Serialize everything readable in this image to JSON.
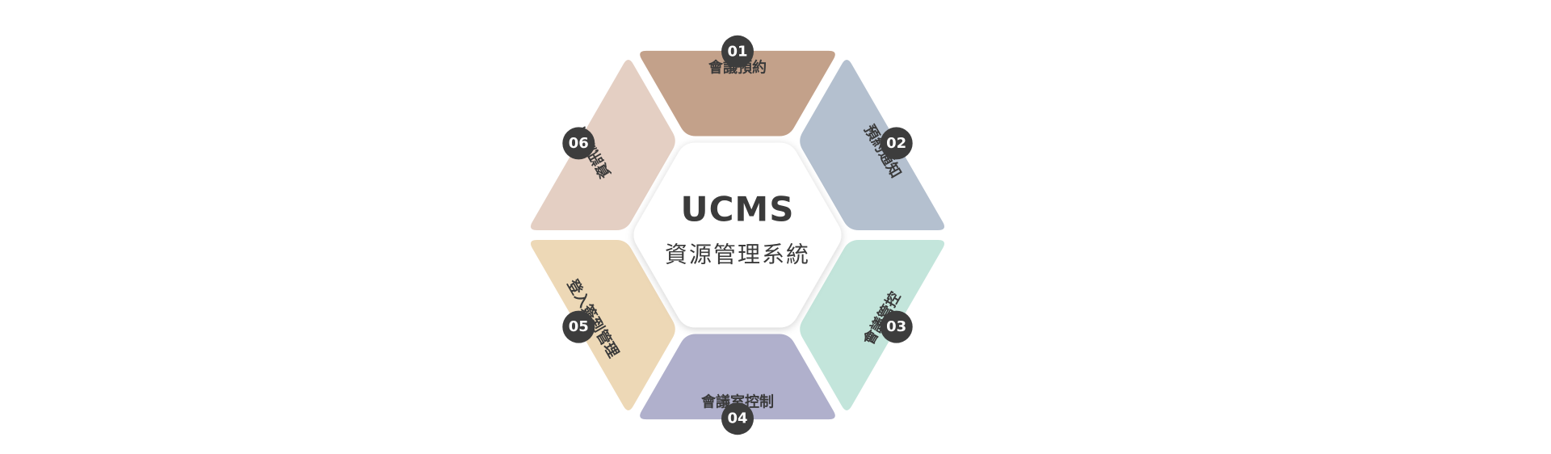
{
  "center": {
    "title": "UCMS",
    "subtitle": "資源管理系統"
  },
  "segments": [
    {
      "number": "01",
      "label": "會議預約",
      "color": "#c3a18a"
    },
    {
      "number": "02",
      "label": "預約通知",
      "color": "#b4c0cf"
    },
    {
      "number": "03",
      "label": "會議管控",
      "color": "#c3e5db"
    },
    {
      "number": "04",
      "label": "會議室控制",
      "color": "#b0b0cc"
    },
    {
      "number": "05",
      "label": "登入簽到管理",
      "color": "#edd8b6"
    },
    {
      "number": "06",
      "label": "資訊統計",
      "color": "#e4cfc3"
    }
  ],
  "colors": {
    "badge": "#3d3d3d",
    "center_fill": "#ffffff"
  }
}
